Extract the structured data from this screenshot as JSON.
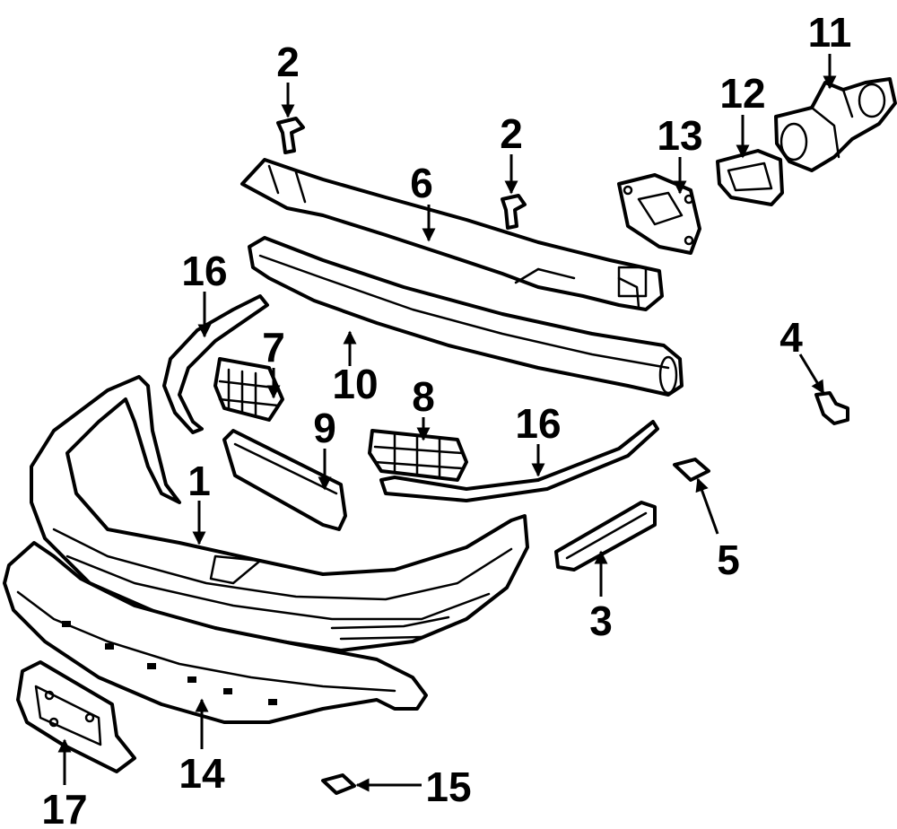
{
  "callouts": {
    "c1": "1",
    "c2a": "2",
    "c2b": "2",
    "c3": "3",
    "c4": "4",
    "c5": "5",
    "c6": "6",
    "c7": "7",
    "c8": "8",
    "c9": "9",
    "c10": "10",
    "c11": "11",
    "c12": "12",
    "c13": "13",
    "c14": "14",
    "c15": "15",
    "c16a": "16",
    "c16b": "16",
    "c17": "17"
  },
  "colors": {
    "line": "#000000",
    "background": "#ffffff"
  }
}
